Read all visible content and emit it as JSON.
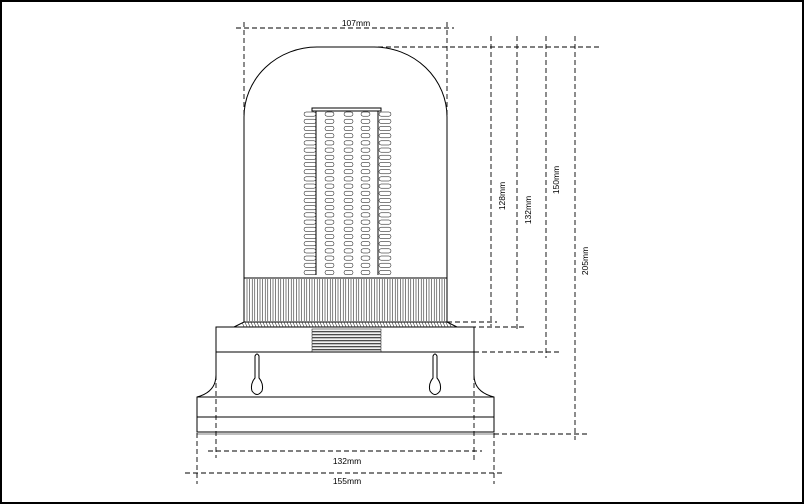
{
  "dimensions": {
    "top_width": "107mm",
    "height_1": "128mm",
    "height_2": "132mm",
    "height_3": "150mm",
    "height_total": "205mm",
    "base_inner_width": "132mm",
    "base_outer_width": "155mm"
  }
}
